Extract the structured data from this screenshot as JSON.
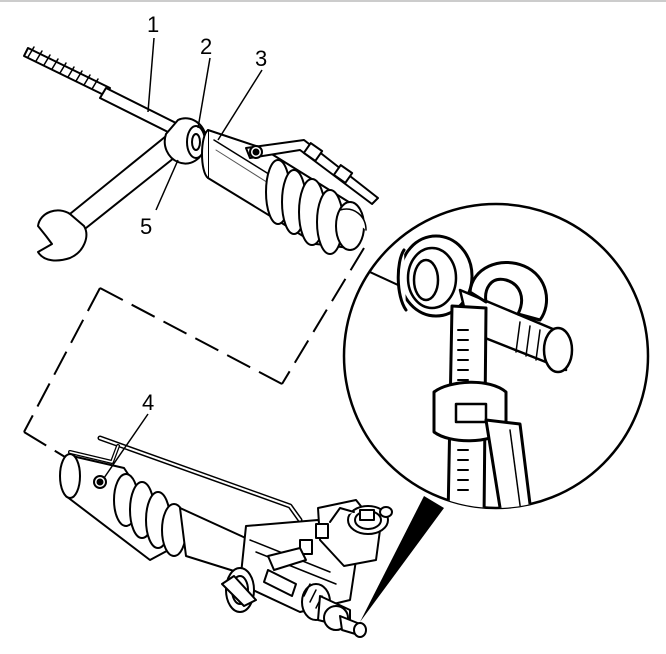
{
  "callouts": [
    {
      "id": "1",
      "label": "1"
    },
    {
      "id": "2",
      "label": "2"
    },
    {
      "id": "3",
      "label": "3"
    },
    {
      "id": "4",
      "label": "4"
    },
    {
      "id": "5",
      "label": "5"
    }
  ],
  "colors": {
    "line": "#000000",
    "background": "#ffffff",
    "shade": "#d9d9d9",
    "dark": "#2a2a2a"
  }
}
